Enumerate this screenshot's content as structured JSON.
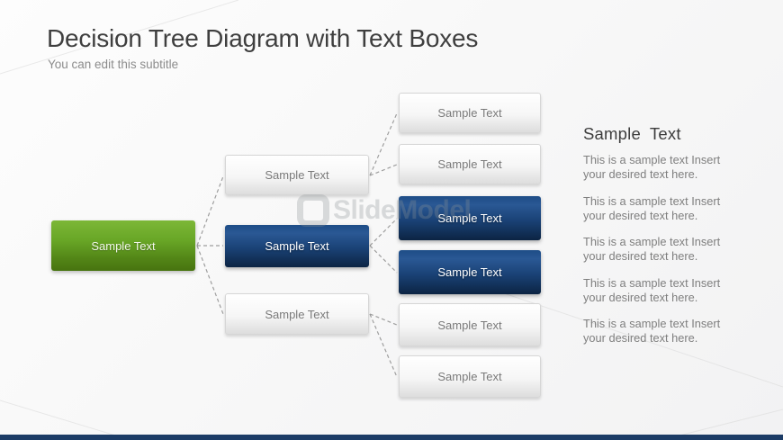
{
  "slide": {
    "title": "Decision Tree Diagram with Text Boxes",
    "subtitle": "You can edit this subtitle"
  },
  "diagram": {
    "root": {
      "label": "Sample Text",
      "variant": "green"
    },
    "branches": [
      {
        "label": "Sample Text",
        "variant": "white"
      },
      {
        "label": "Sample Text",
        "variant": "blue"
      },
      {
        "label": "Sample Text",
        "variant": "white"
      }
    ],
    "leaves": [
      {
        "label": "Sample Text",
        "variant": "white"
      },
      {
        "label": "Sample Text",
        "variant": "white"
      },
      {
        "label": "Sample Text",
        "variant": "blue"
      },
      {
        "label": "Sample Text",
        "variant": "blue"
      },
      {
        "label": "Sample Text",
        "variant": "white"
      },
      {
        "label": "Sample Text",
        "variant": "white"
      }
    ]
  },
  "side_panel": {
    "heading": "Sample Text",
    "paragraphs": [
      "This is a sample text Insert your desired text here.",
      "This is a sample text Insert your desired text here.",
      "This is a sample text Insert your desired text here.",
      "This is a sample text Insert your desired text here.",
      "This is a sample text Insert your desired text here."
    ]
  },
  "watermark": {
    "text": "SlideModel"
  },
  "colors": {
    "green": "#68a626",
    "blue": "#1a4276",
    "accent_bar": "#1c3c66",
    "connector": "#a0a0a0",
    "title_text": "#3f3f3f",
    "body_text": "#7f7f7f"
  }
}
